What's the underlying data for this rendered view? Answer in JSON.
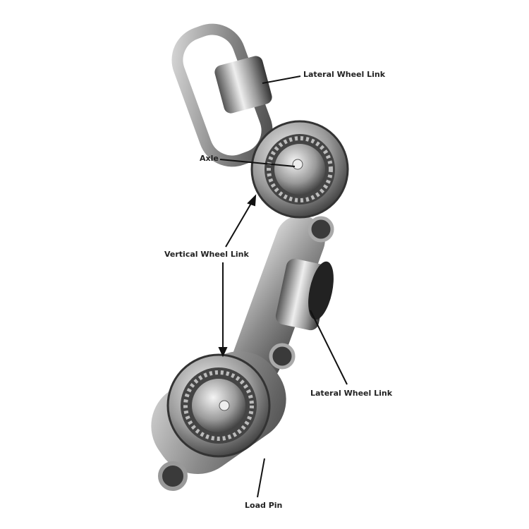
{
  "labels": {
    "lateral_top": "Lateral Wheel Link",
    "axle": "Axle",
    "vertical": "Vertical Wheel Link",
    "lateral_bottom": "Lateral Wheel Link",
    "load_pin": "Load Pin"
  }
}
